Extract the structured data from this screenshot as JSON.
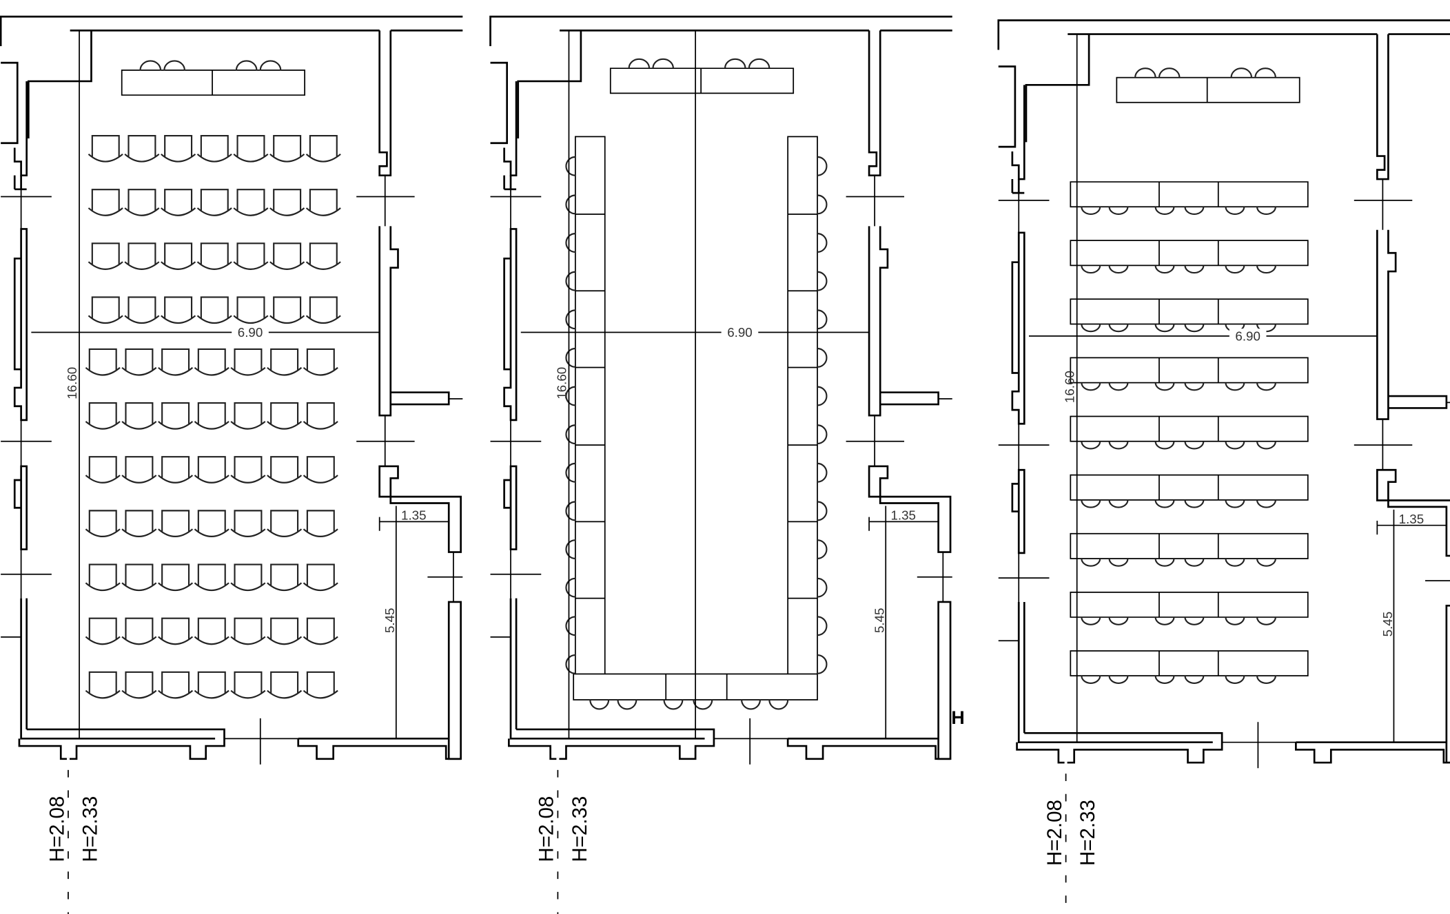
{
  "plans": [
    {
      "layout": "theater",
      "rows": 11,
      "seats_per_row": 7,
      "width": "6.90",
      "length": "16.60",
      "niche_width": "1.35",
      "niche_length": "5.45",
      "h1": "H=2.08",
      "h2": "H=2.33"
    },
    {
      "layout": "boardroom",
      "width": "6.90",
      "length": "16.60",
      "niche_width": "1.35",
      "niche_length": "5.45",
      "h1": "H=2.08",
      "h2": "H=2.33"
    },
    {
      "layout": "classroom",
      "rows": 9,
      "chairs_per_row": 6,
      "width": "6.90",
      "length": "16.60",
      "niche_width": "1.35",
      "niche_length": "5.45",
      "h1": "H=2.08",
      "h2": "H=2.33"
    }
  ],
  "edge_label": "H"
}
